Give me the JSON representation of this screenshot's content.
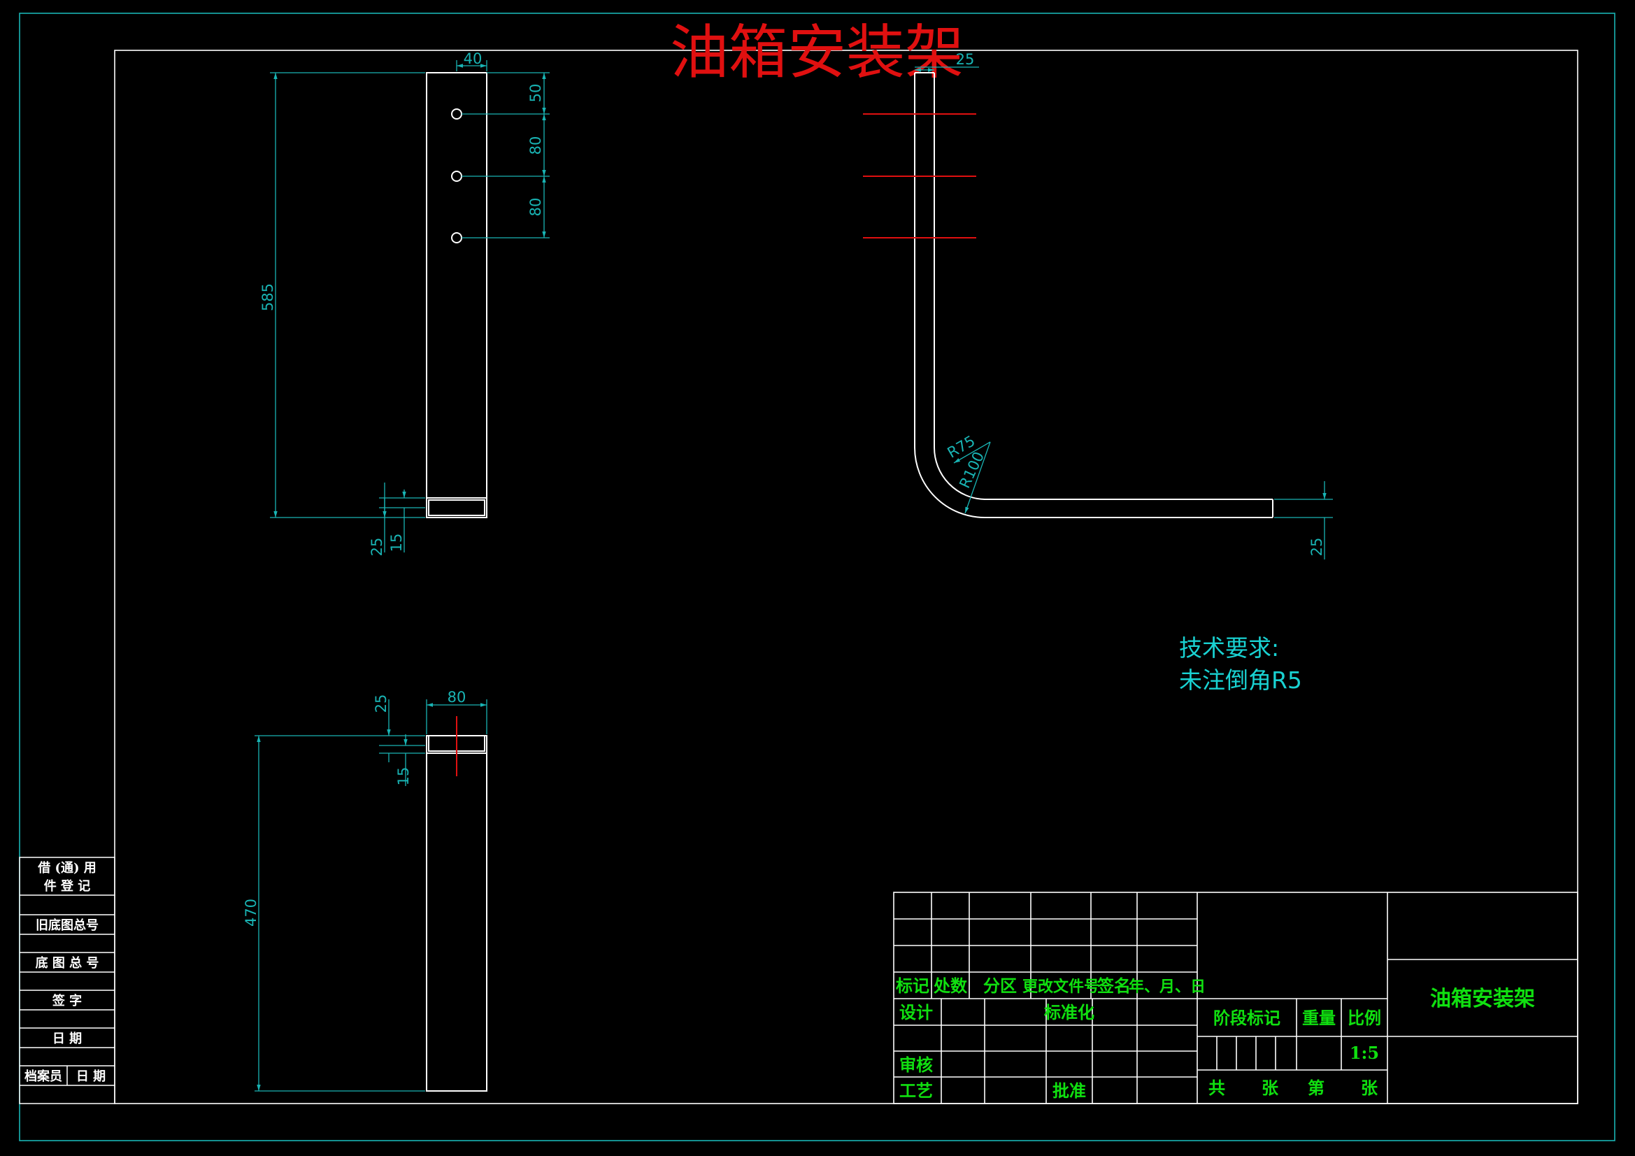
{
  "title": "油箱安装架",
  "colors": {
    "frame": "#19b4b4",
    "geometry": "#ffffff",
    "dimension": "#19b4b4",
    "centerline": "#e01010",
    "title": "#e01010",
    "titleblock_text": "#10e010"
  },
  "view_top": {
    "dims": {
      "width": "40",
      "h1": "50",
      "h2": "80",
      "h3": "80",
      "length": "585",
      "t1": "25",
      "t2": "15"
    }
  },
  "view_bottom": {
    "dims": {
      "width": "80",
      "t1": "25",
      "t2": "15",
      "length": "470"
    }
  },
  "view_side": {
    "dims": {
      "width": "25",
      "r_inner": "R75",
      "r_outer": "R100",
      "foot": "25"
    }
  },
  "notes": {
    "heading": "技术要求:",
    "line1": "未注倒角R5"
  },
  "sidebar": {
    "row1a": "借 (通) 用",
    "row1b": "件 登 记",
    "row2": "旧底图总号",
    "row3": "底 图 总 号",
    "row4": "签   字",
    "row5": "日   期",
    "row6a": "档案员",
    "row6b": "日 期"
  },
  "titleblock": {
    "col_mark": "标记",
    "col_count": "处数",
    "col_zone": "分区",
    "col_doc": "更改文件号",
    "col_sign": "签名",
    "col_date": "年、月、日",
    "design": "设计",
    "standard": "标准化",
    "review": "审核",
    "process": "工艺",
    "approve": "批准",
    "stage": "阶段标记",
    "weight": "重量",
    "scale_label": "比例",
    "scale_value": "1:5",
    "total": "共",
    "sheets1": "张",
    "number": "第",
    "sheets2": "张",
    "name": "油箱安装架"
  }
}
